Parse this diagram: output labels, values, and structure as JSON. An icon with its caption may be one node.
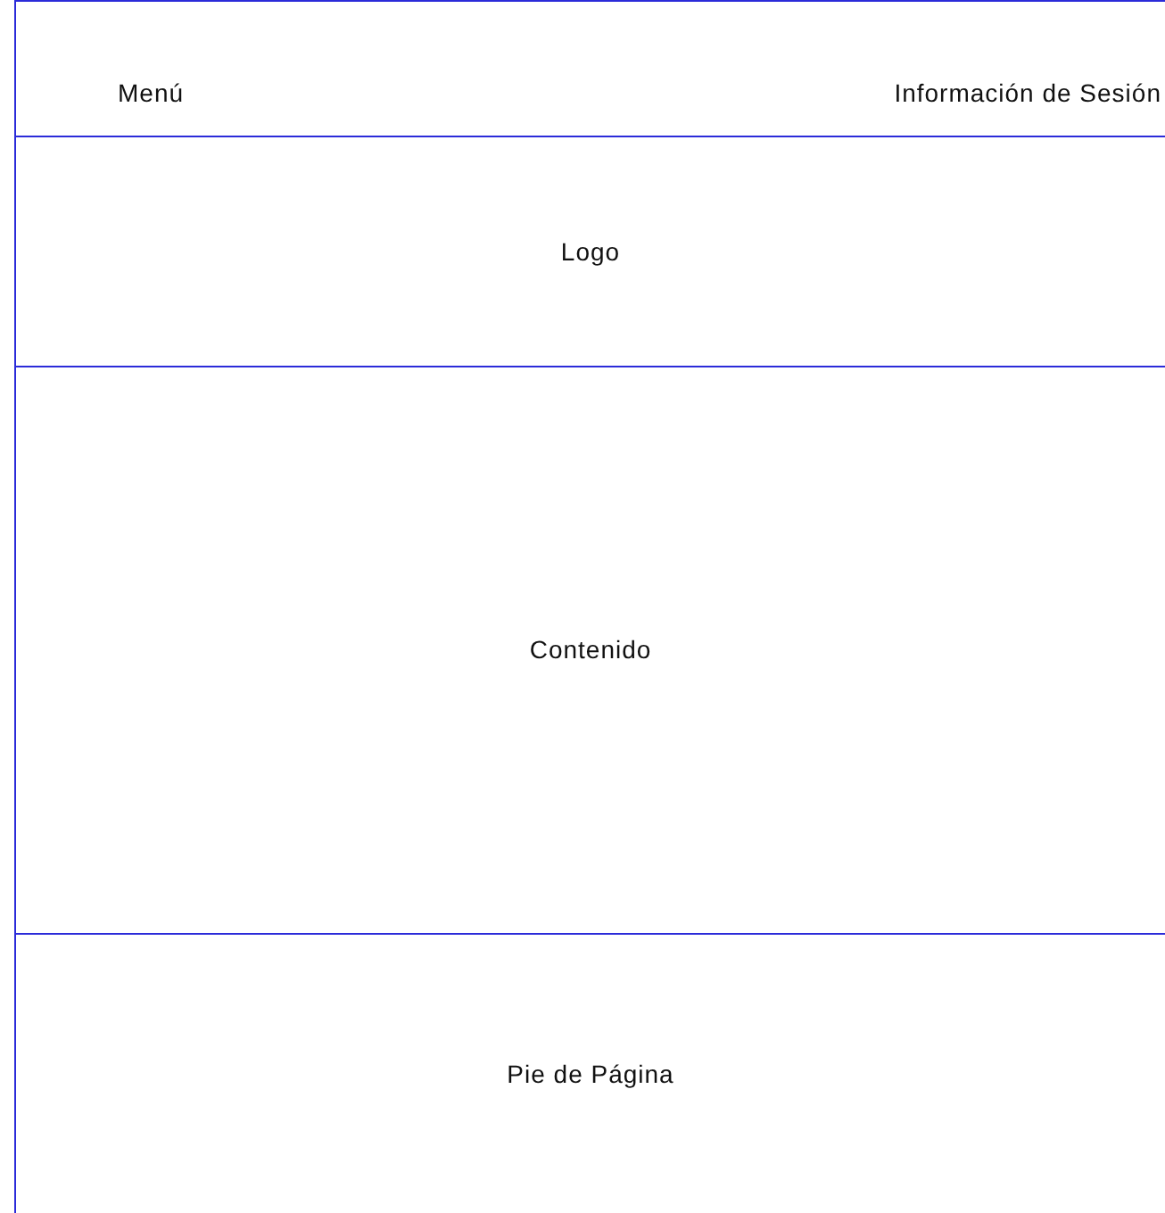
{
  "diagram": {
    "nodes": [
      {
        "text": [
          "Menú",
          "Información de Sesión"
        ]
      },
      {
        "text": [
          "Logo"
        ]
      },
      {
        "text": [
          "Contenido"
        ]
      },
      {
        "text": [
          "Pie de Página"
        ]
      }
    ]
  }
}
